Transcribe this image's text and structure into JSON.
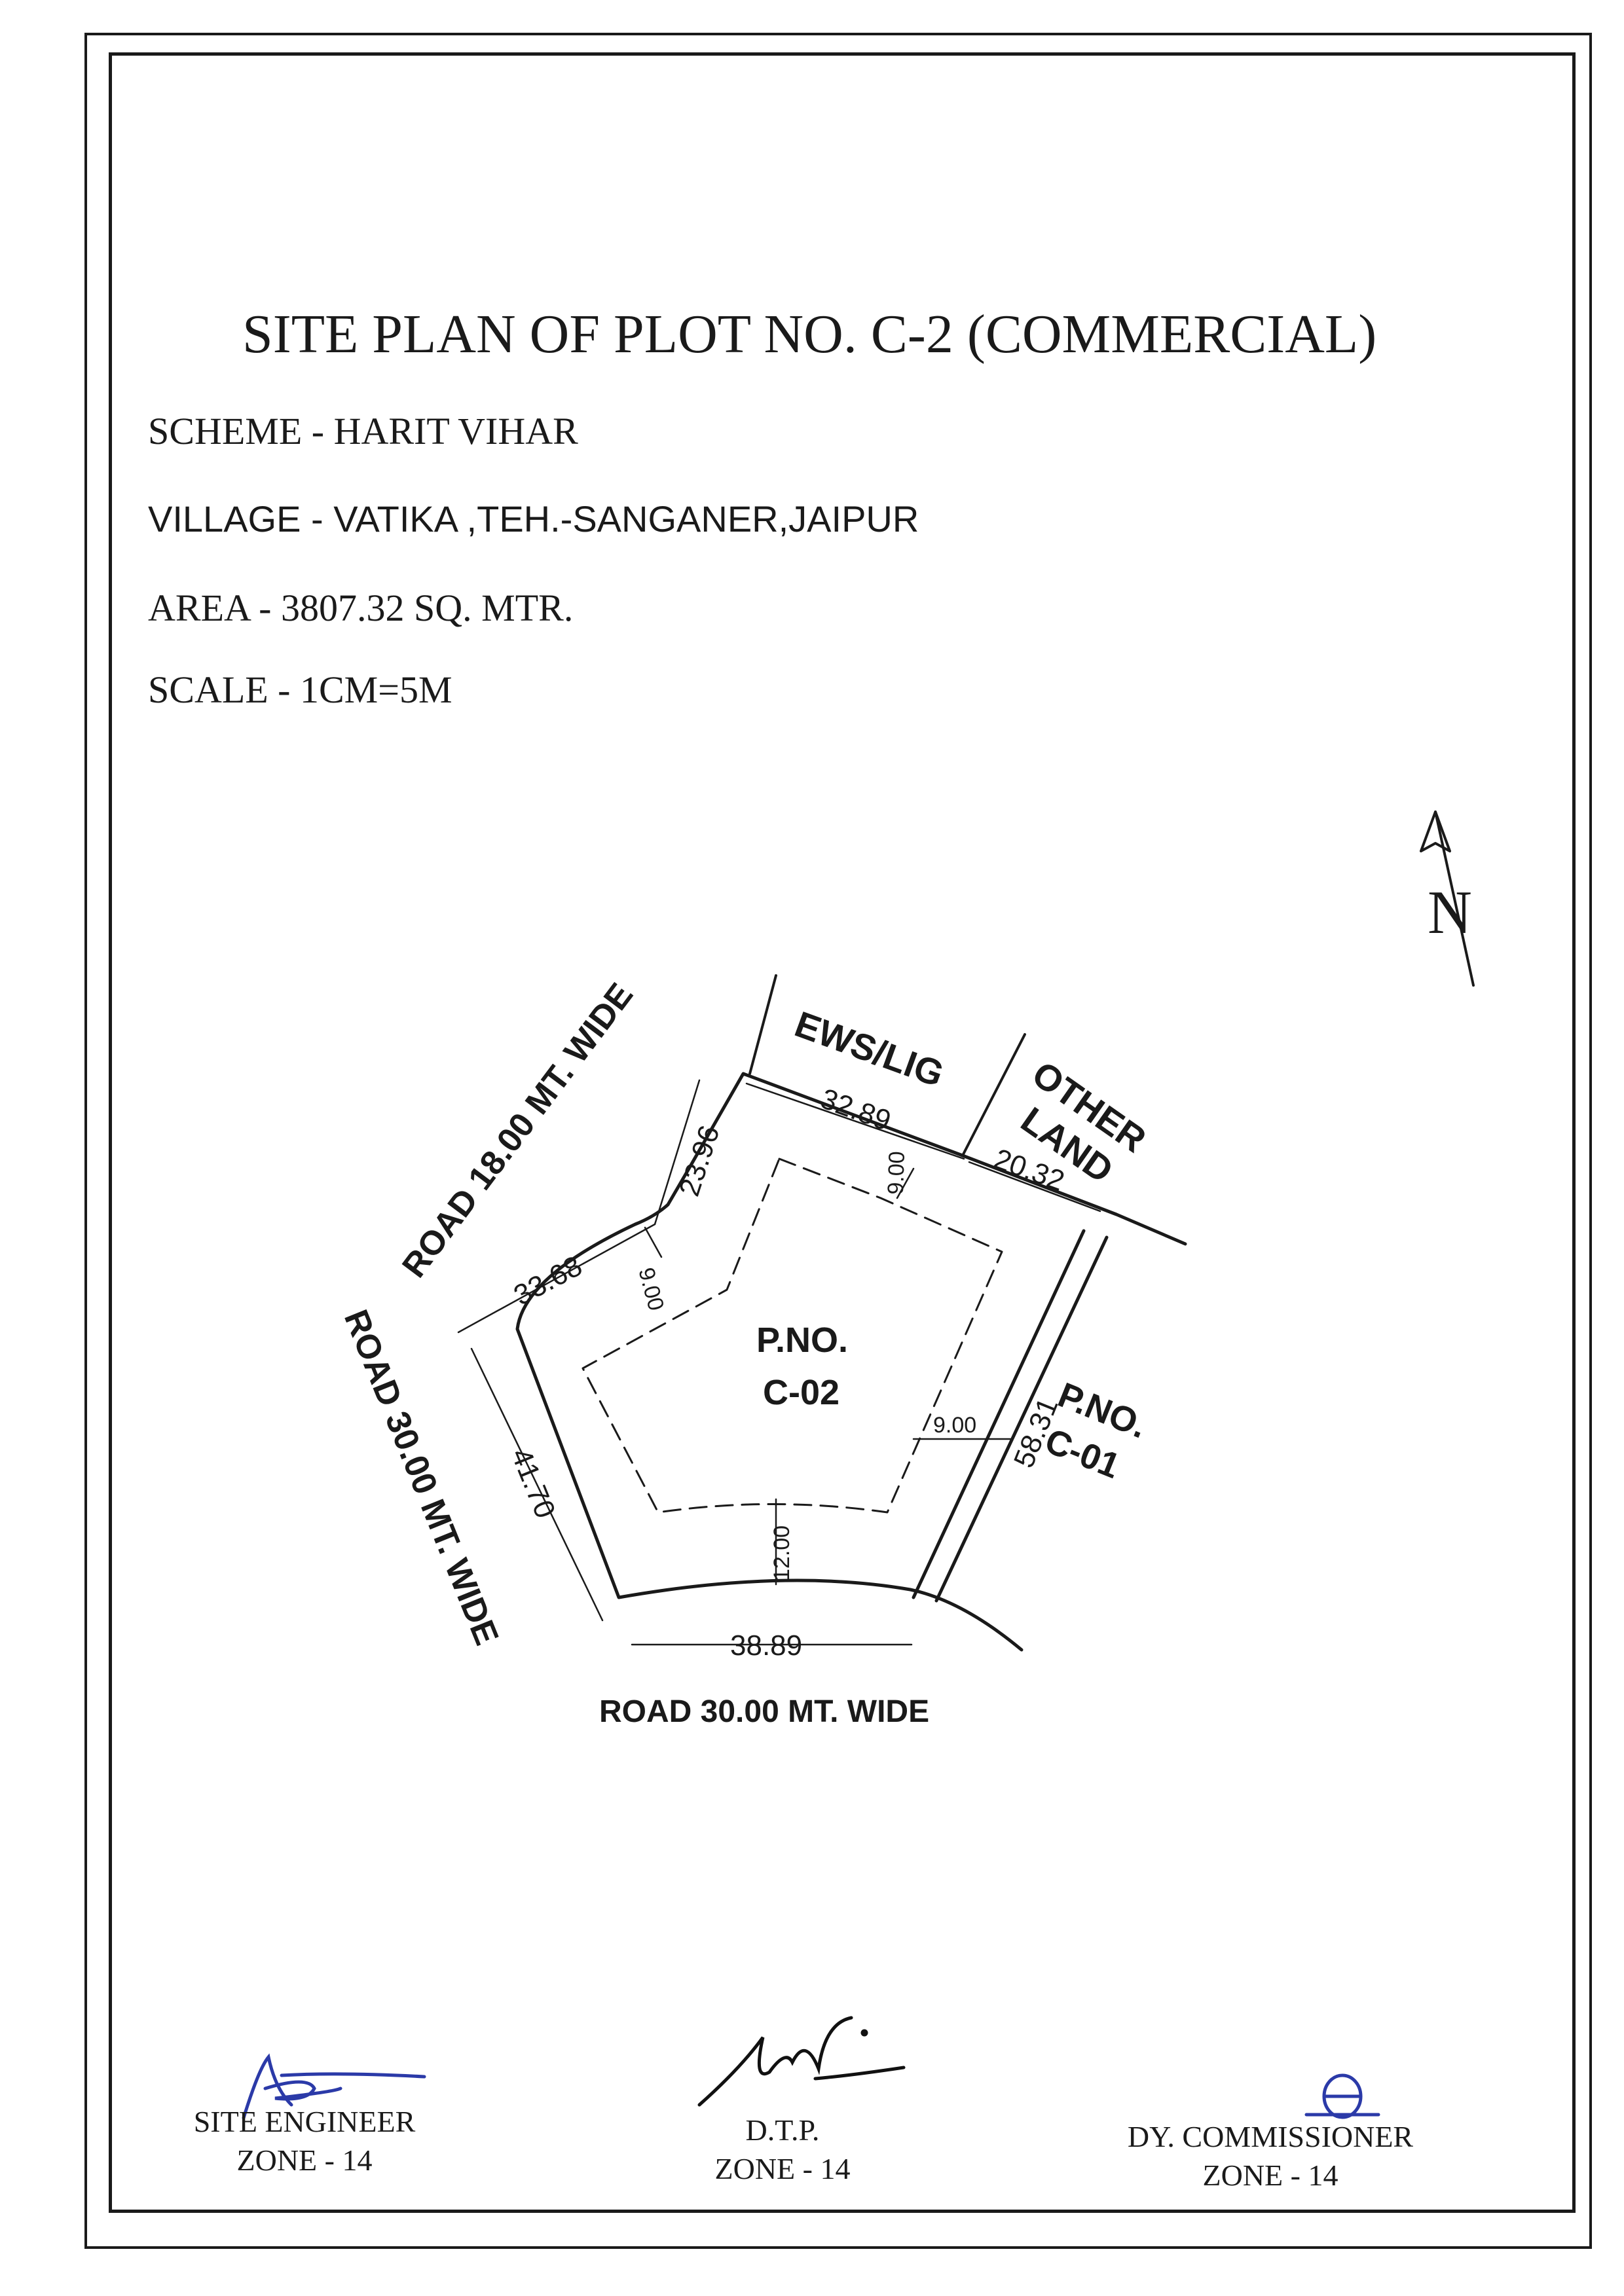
{
  "title": "SITE PLAN OF PLOT NO. C-2 (COMMERCIAL)",
  "info": {
    "scheme": "SCHEME - HARIT VIHAR",
    "village": "VILLAGE  - VATIKA ,TEH.-SANGANER,JAIPUR",
    "area": "AREA  -  3807.32 SQ. MTR.",
    "scale": "SCALE -  1CM=5M"
  },
  "north": "N",
  "plan": {
    "road_18": "ROAD 18.00 MT. WIDE",
    "road_30_west": "ROAD 30.00 MT. WIDE",
    "road_30_south": "ROAD  30.00 MT. WIDE",
    "ews_lig": "EWS/LIG",
    "other_land_1": "OTHER",
    "other_land_2": "LAND",
    "plot_label_1": "P.NO.",
    "plot_label_2": "C-02",
    "neighbour_label_1": "P.NO.",
    "neighbour_label_2": "C-01",
    "dims": {
      "north": "32.89",
      "north_east": "20.32",
      "east": "58.31",
      "south": "38.89",
      "west": "41.70",
      "north_west_lower": "33.68",
      "north_west_upper": "23.96"
    },
    "setbacks": {
      "north": "9.00",
      "west": "9.00",
      "east": "9.00",
      "south": "12.00"
    }
  },
  "signatures": {
    "site_engineer": {
      "role": "SITE ENGINEER",
      "zone": "ZONE - 14"
    },
    "dtp": {
      "role": "D.T.P.",
      "zone": "ZONE - 14"
    },
    "dy_commissioner": {
      "role": "DY. COMMISSIONER",
      "zone": "ZONE - 14"
    }
  },
  "colors": {
    "ink": "#1a1a1a",
    "signature": "#2b3aa8",
    "signature_dark": "#111111"
  }
}
